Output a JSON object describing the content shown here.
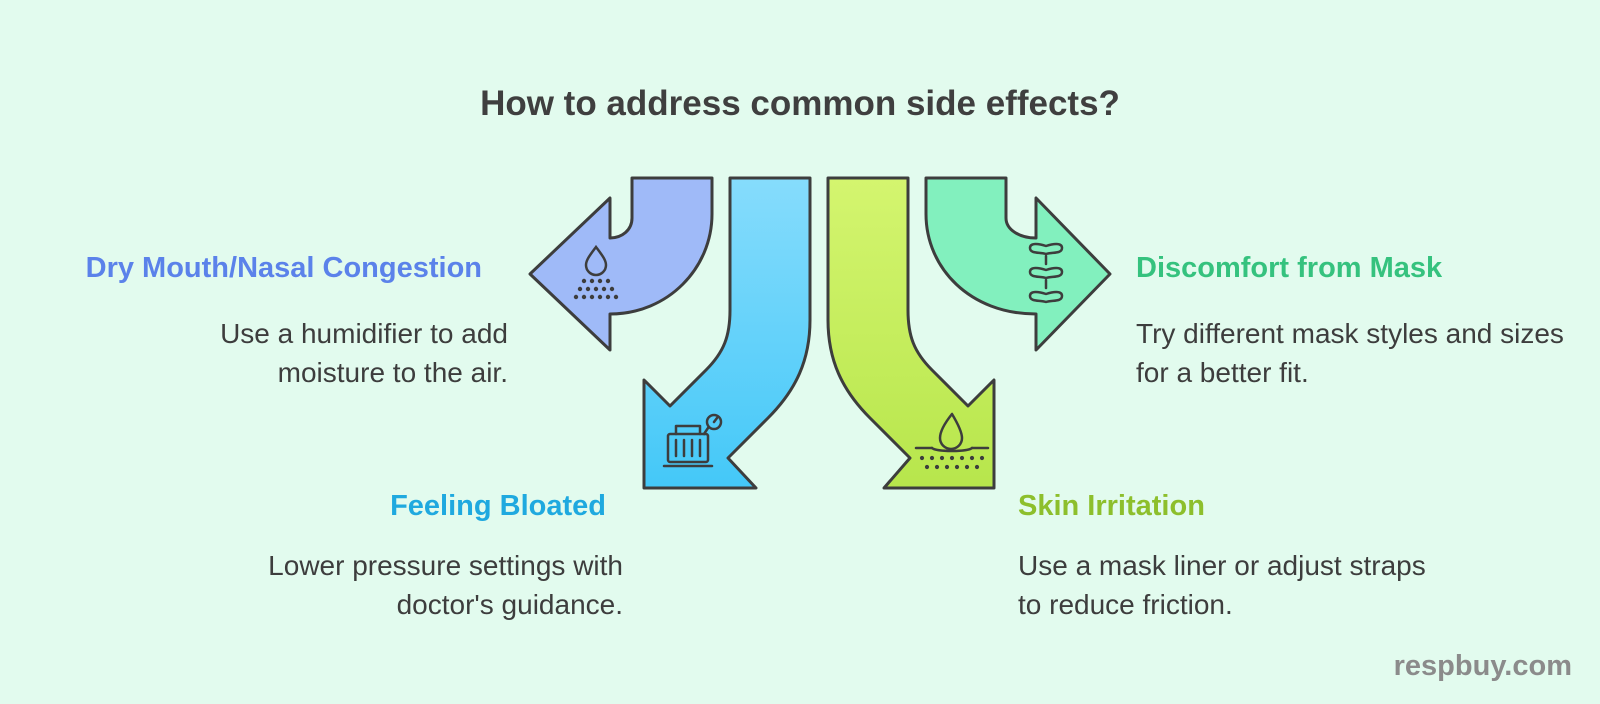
{
  "title": "How to address common side effects?",
  "brand": "respbuy.com",
  "items": [
    {
      "heading": "Dry Mouth/Nasal Congestion",
      "description": "Use a humidifier to add moisture to the air.",
      "icon": "humidifier-droplet-icon",
      "color": "#5b82ea",
      "arrow_color": "#9fbaf8"
    },
    {
      "heading": "Feeling Bloated",
      "description": "Lower pressure settings with doctor's guidance.",
      "icon": "pressure-gauge-icon",
      "color": "#1fa9df",
      "arrow_color": "#5ed1f9"
    },
    {
      "heading": "Skin Irritation",
      "description": "Use a mask liner or adjust straps to reduce friction.",
      "icon": "skin-drop-icon",
      "color": "#8dbf2c",
      "arrow_color": "#c9ef66"
    },
    {
      "heading": "Discomfort from Mask",
      "description": "Try different mask styles and sizes for a better fit.",
      "icon": "spine-vertebrae-icon",
      "color": "#35c27e",
      "arrow_color": "#82f0be"
    }
  ]
}
